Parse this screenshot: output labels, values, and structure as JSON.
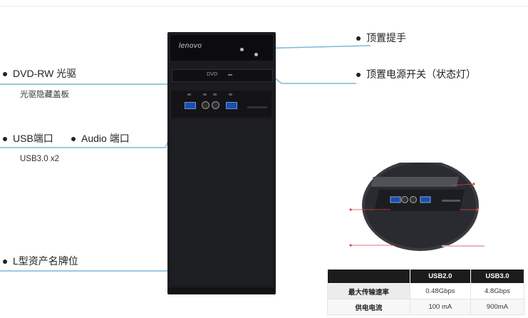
{
  "product": {
    "brand": "lenovo",
    "drive_logo": "DVD",
    "colors": {
      "accent_line": "#7eb8d8",
      "tower": "#1b1c1f",
      "usb_blue": "#1a4fb0"
    }
  },
  "callouts": {
    "dvd": {
      "title": "DVD-RW 光驱",
      "subtitle": "光驱隐藏盖板"
    },
    "usb": {
      "title": "USB端口",
      "subtitle": "USB3.0 x2"
    },
    "audio": {
      "title": "Audio 端口"
    },
    "asset_tag": {
      "title": "L型资产名牌位"
    },
    "handle": {
      "title": "顶置提手"
    },
    "power": {
      "title": "顶置电源开关（状态灯）"
    }
  },
  "spec_table": {
    "columns": [
      "",
      "USB2.0",
      "USB3.0"
    ],
    "rows": [
      {
        "label": "最大传输速率",
        "usb2": "0.48Gbps",
        "usb3": "4.8Gbps"
      },
      {
        "label": "供电电流",
        "usb2": "100 mA",
        "usb3": "900mA"
      }
    ]
  },
  "icons": [
    "bullet-dot",
    "usb-port",
    "audio-jack"
  ]
}
